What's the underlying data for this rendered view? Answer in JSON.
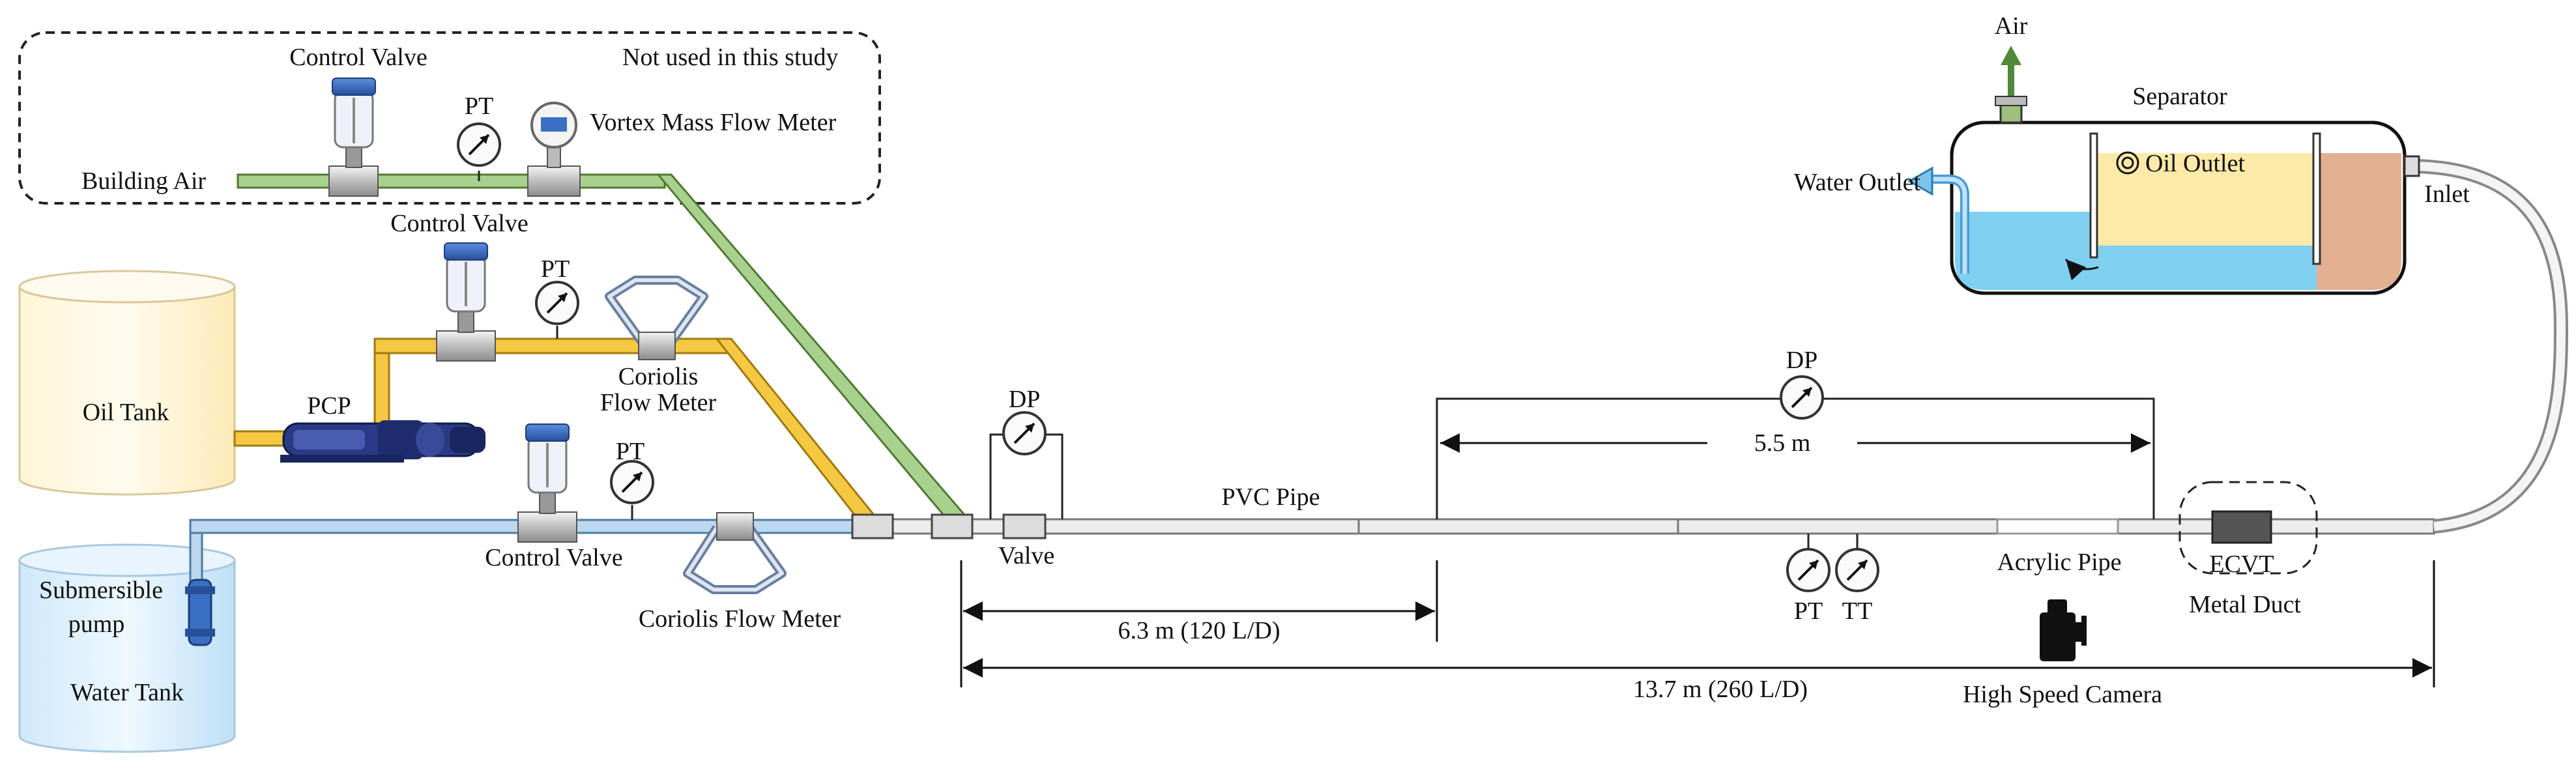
{
  "labels": {
    "control_valve_top": "Control Valve",
    "pt_top": "PT",
    "vortex": "Vortex Mass Flow Meter",
    "not_used": "Not used in this study",
    "building_air": "Building  Air",
    "control_valve_mid": "Control Valve",
    "pt_mid": "PT",
    "coriolis_top_1": "Coriolis",
    "coriolis_top_2": "Flow Meter",
    "oil_tank": "Oil  Tank",
    "pcp": "PCP",
    "pt_low": "PT",
    "control_valve_low": "Control Valve",
    "coriolis_low": "Coriolis Flow Meter",
    "submersible_1": "Submersible",
    "submersible_2": "pump",
    "water_tank": "Water Tank",
    "dp_left": "DP",
    "valve": "Valve",
    "pvc_pipe": "PVC Pipe",
    "dp_right": "DP",
    "span_55": "5.5 m",
    "span_63": "6.3 m (120 L/D)",
    "span_137": "13.7 m (260 L/D)",
    "pt_bottom": "PT",
    "tt_bottom": "TT",
    "acrylic_pipe": "Acrylic Pipe",
    "ecvt": "ECVT",
    "metal_duct": "Metal Duct",
    "high_speed_camera": "High Speed Camera",
    "air": "Air",
    "separator": "Separator",
    "oil_outlet": "Oil Outlet",
    "water_outlet": "Water Outlet",
    "inlet": "Inlet"
  },
  "colors": {
    "air_line": "#a9d18e",
    "oil_line": "#f5c842",
    "water_line": "#bdd7ee",
    "main_pipe": "#e8e8e8",
    "oil_fill": "#fde9a8",
    "water_fill": "#7fd0f0",
    "mix_fill": "#e2b090",
    "valve_blue": "#3a6fc4",
    "pump_navy": "#1f2d6e"
  }
}
